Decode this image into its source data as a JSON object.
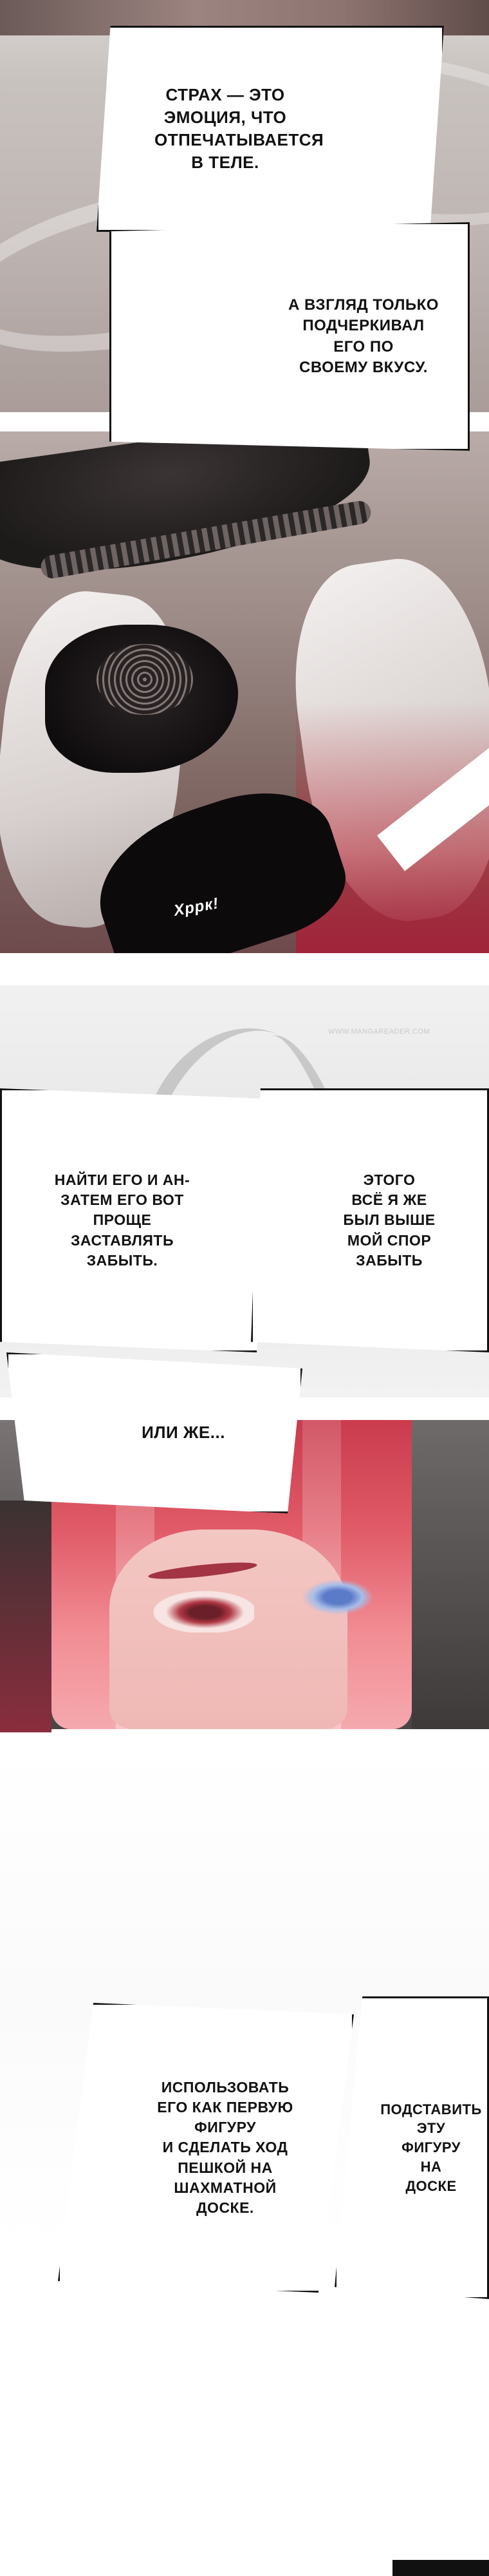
{
  "captions": {
    "b1": "Страх — это\nэмоция, что отпечатывается в теле.",
    "b2": "А взгляд только\nподчеркивал его по\nсвоему вкусу.",
    "b3": "Найти его и ан-\nзатем его вот\nпроще заставлять\nзабыть.",
    "b4": "Этого\nвсё я же\nбыл выше\nмой спор забыть",
    "b5": "Или же...",
    "b6": "Использовать\nего как первую фигуру\nи сделать ход\nпешкой на\nшахматной доске.",
    "b7": "Подставить\nэту\nфигуру\nна\nдоске"
  },
  "sfx": "Хррк!",
  "watermark": "WWW.MANGAREADER.COM"
}
